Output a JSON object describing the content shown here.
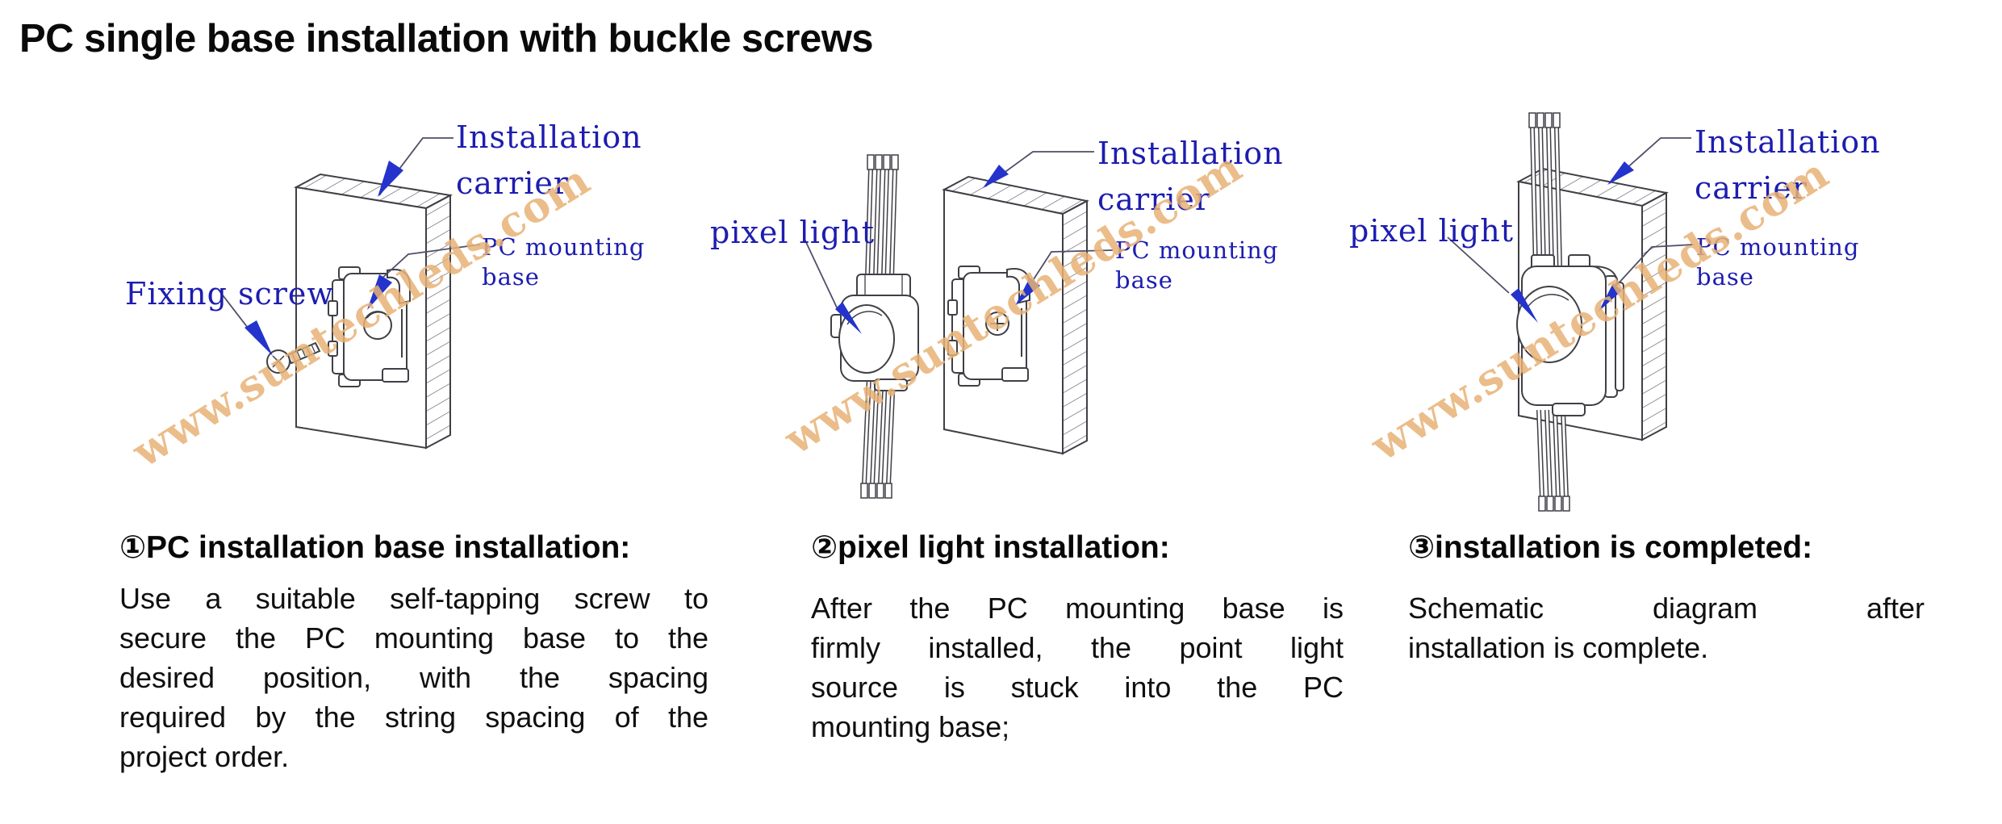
{
  "title": "PC single base installation with buckle screws",
  "watermark": "www.suntechleds.com",
  "colors": {
    "label_blue": "#1d1db0",
    "arrow_blue": "#2333cb",
    "watermark_tan": "#e8b276",
    "line_dark": "#3f3f46"
  },
  "panels": [
    {
      "part_label": "Fixing screw",
      "carrier_label_line1": "Installation",
      "carrier_label_line2": "carrier",
      "base_label_line1": "PC mounting",
      "base_label_line2": "base",
      "step": {
        "heading": "①PC installation base installation:",
        "lines": [
          "Use a suitable self-tapping screw to",
          "secure the PC mounting base to the",
          "desired position, with the spacing",
          "required by the string spacing of the",
          "project order."
        ]
      }
    },
    {
      "part_label": "pixel light",
      "carrier_label_line1": "Installation",
      "carrier_label_line2": "carrier",
      "base_label_line1": "PC mounting",
      "base_label_line2": "base",
      "step": {
        "heading": "②pixel light installation:",
        "lines": [
          "After the PC mounting base is",
          "firmly installed, the point light",
          "source is stuck into the PC",
          "mounting base;"
        ]
      }
    },
    {
      "part_label": "pixel light",
      "carrier_label_line1": "Installation",
      "carrier_label_line2": "carrier",
      "base_label_line1": "PC mounting",
      "base_label_line2": "base",
      "step": {
        "heading": "③installation is completed:",
        "lines": [
          "Schematic diagram after",
          "installation is complete."
        ]
      }
    }
  ]
}
